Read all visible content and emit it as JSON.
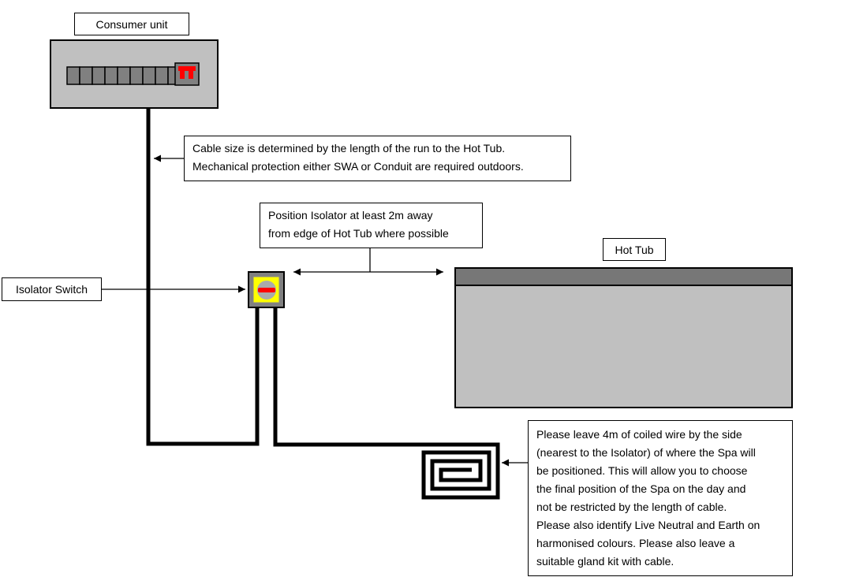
{
  "labels": {
    "consumer_unit": "Consumer unit",
    "isolator_switch": "Isolator Switch",
    "hot_tub": "Hot Tub"
  },
  "notes": {
    "cable": [
      "Cable size is determined by the length of the run to the Hot Tub.",
      "Mechanical protection either SWA or Conduit are required outdoors."
    ],
    "isolator_position": [
      "Position Isolator at least 2m away",
      "from edge of Hot Tub where possible"
    ],
    "coil": [
      "Please leave 4m of coiled wire by the side",
      "(nearest to the Isolator) of where the Spa will",
      "be positioned. This will allow you to choose",
      "the final position of the Spa on the day and",
      "not be restricted by the length of cable.",
      "Please also identify Live Neutral and Earth on",
      "harmonised colours. Please also leave a",
      "suitable gland kit with cable."
    ]
  },
  "colors": {
    "cabinet_fill": "#c0c0c0",
    "breaker_fill": "#808080",
    "rcd_red": "#ff0000",
    "isolator_yellow": "#ffff00",
    "isolator_knob": "#aaaaaa",
    "tub_rim": "#777777",
    "tub_body": "#c0c0c0",
    "line": "#000000"
  }
}
